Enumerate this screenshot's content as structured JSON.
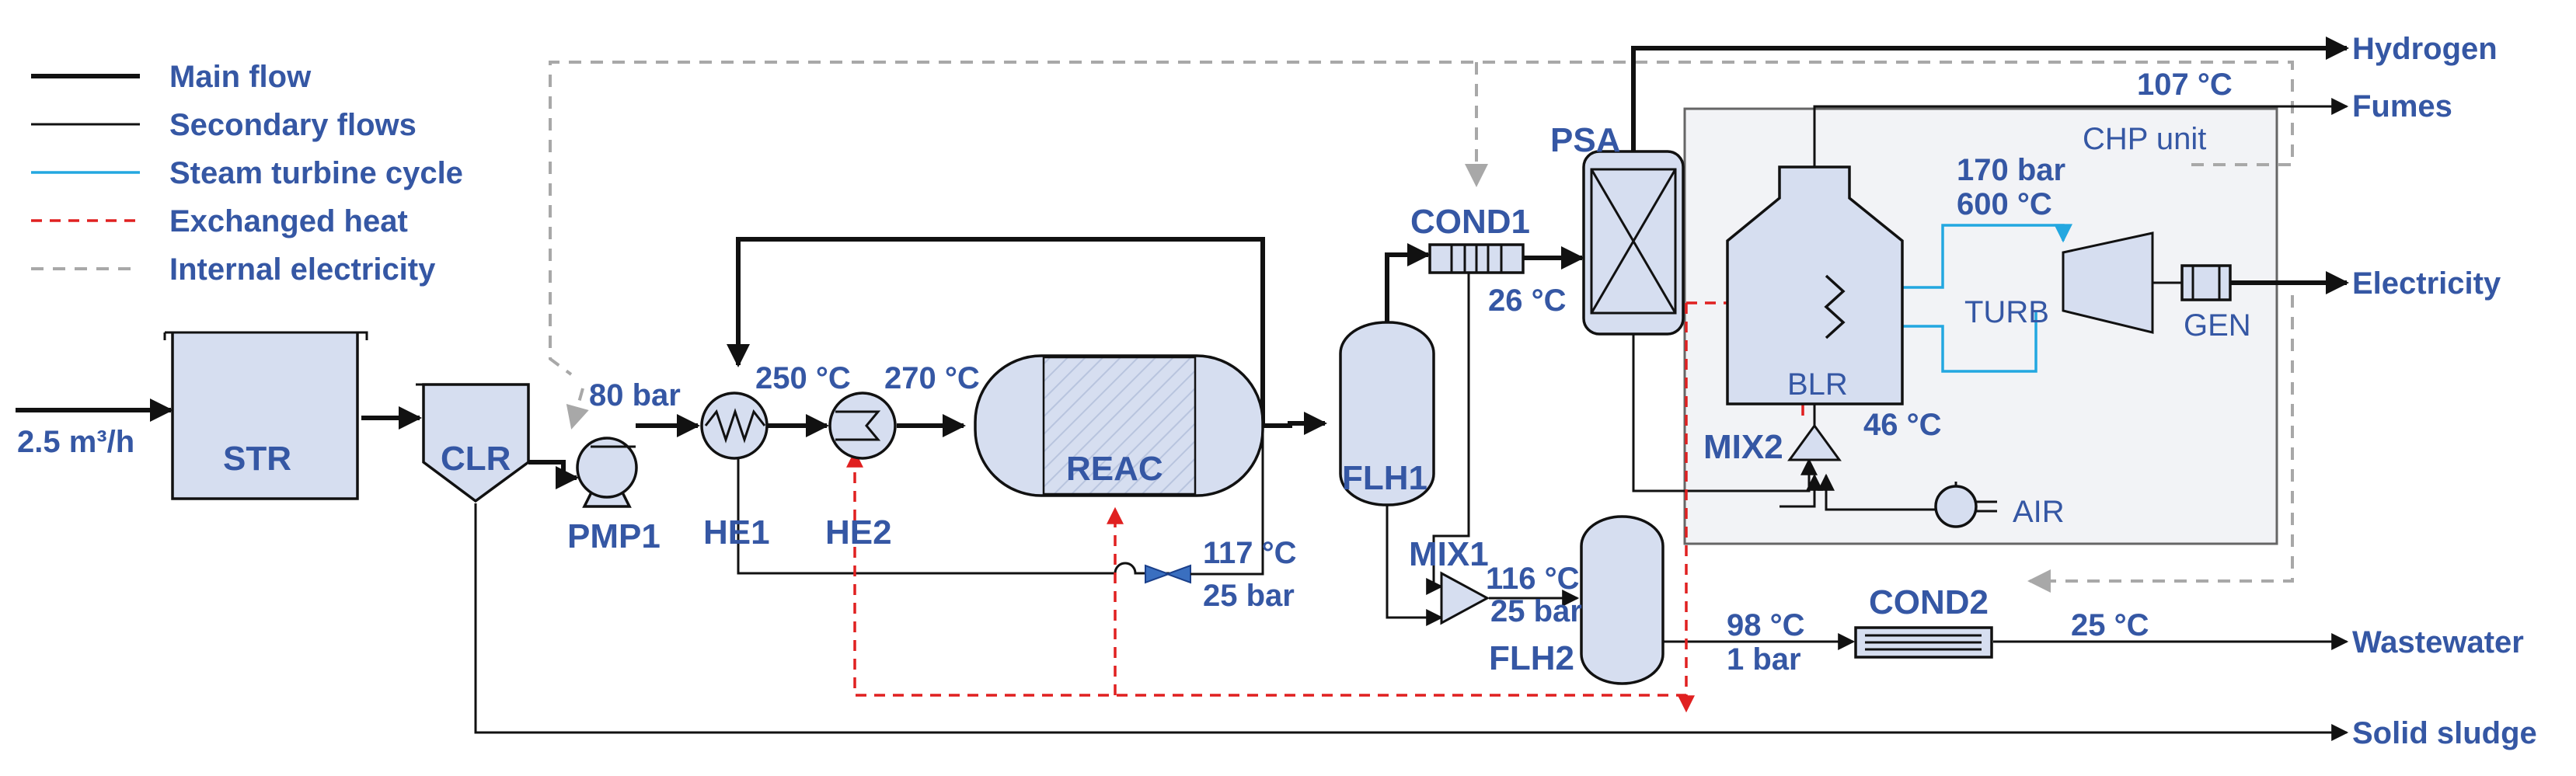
{
  "legend": {
    "main_flow": "Main flow",
    "secondary_flows": "Secondary flows",
    "steam_turbine_cycle": "Steam turbine cycle",
    "exchanged_heat": "Exchanged heat",
    "internal_electricity": "Internal electricity"
  },
  "units": {
    "str": "STR",
    "clr": "CLR",
    "pmp1": "PMP1",
    "he1": "HE1",
    "he2": "HE2",
    "reac": "REAC",
    "flh1": "FLH1",
    "flh2": "FLH2",
    "cond1": "COND1",
    "cond2": "COND2",
    "mix1": "MIX1",
    "mix2": "MIX2",
    "psa": "PSA",
    "blr": "BLR",
    "turb": "TURB",
    "gen": "GEN",
    "air": "AIR",
    "chp_unit": "CHP unit"
  },
  "conditions": {
    "feed_flow": "2.5 m³/h",
    "pump_pressure": "80 bar",
    "he1_temp": "250 °C",
    "he2_temp": "270 °C",
    "bypass_temp": "117 °C",
    "bypass_pressure": "25 bar",
    "cond1_temp": "26 °C",
    "mix1_temp": "116 °C",
    "mix1_pressure": "25 bar",
    "flh2_out_temp": "98 °C",
    "flh2_out_pressure": "1 bar",
    "cond2_temp": "25 °C",
    "fumes_temp": "107 °C",
    "steam_pressure": "170 bar",
    "steam_temp": "600 °C",
    "mix2_temp": "46 °C"
  },
  "outputs": {
    "hydrogen": "Hydrogen",
    "fumes": "Fumes",
    "electricity": "Electricity",
    "wastewater": "Wastewater",
    "solid_sludge": "Solid sludge"
  },
  "colors": {
    "main_flow": "#111111",
    "steam": "#23a7e0",
    "heat": "#e02020",
    "electricity": "#a8a8a8",
    "equipment_fill": "#d6def0",
    "label": "#3557a4"
  }
}
